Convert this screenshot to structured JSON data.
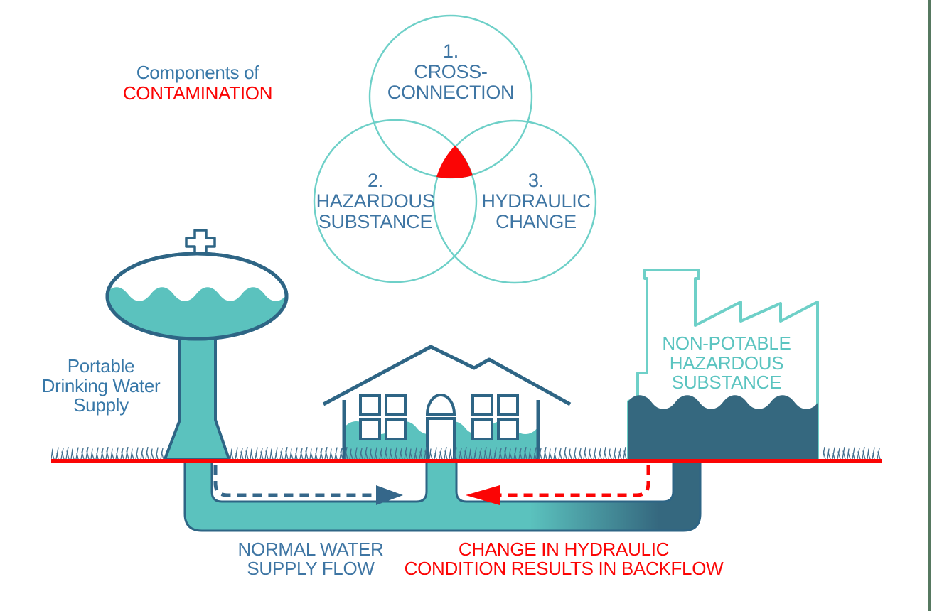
{
  "colors": {
    "teal_fill": "#5BC2BE",
    "teal_outline": "#6ED0C8",
    "slate_outline": "#2E6585",
    "dark_liquid": "#35687F",
    "text_blue": "#3878A8",
    "venn_text_blue": "#3E75A3",
    "red": "#FB0505",
    "grass_blue": "#44708F"
  },
  "heading": {
    "line1": "Components of",
    "line2": "CONTAMINATION"
  },
  "venn": {
    "circle1": {
      "number": "1.",
      "line1": "CROSS-",
      "line2": "CONNECTION"
    },
    "circle2": {
      "number": "2.",
      "line1": "HAZARDOUS",
      "line2": "SUBSTANCE"
    },
    "circle3": {
      "number": "3.",
      "line1": "HYDRAULIC",
      "line2": "CHANGE"
    }
  },
  "labels": {
    "water_tower": {
      "line1": "Portable",
      "line2": "Drinking Water",
      "line3": "Supply"
    },
    "factory": {
      "line1": "NON-POTABLE",
      "line2": "HAZARDOUS",
      "line3": "SUBSTANCE"
    },
    "normal_flow": {
      "line1": "NORMAL WATER",
      "line2": "SUPPLY FLOW"
    },
    "backflow": {
      "line1": "CHANGE IN HYDRAULIC",
      "line2": "CONDITION RESULTS IN BACKFLOW"
    }
  }
}
